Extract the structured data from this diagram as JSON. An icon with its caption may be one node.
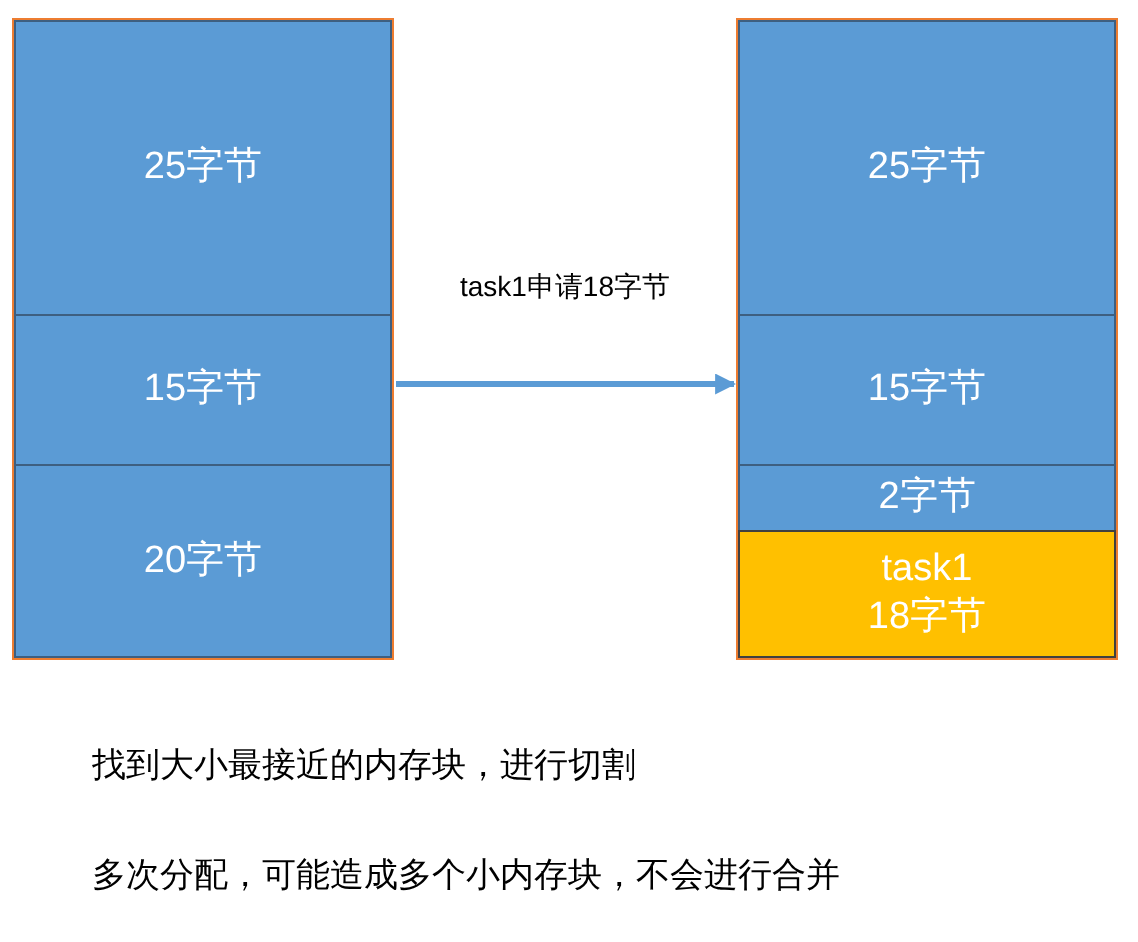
{
  "diagram": {
    "nodes": [
      {
        "text": [],
        "shape": "box"
      },
      {
        "text": [
          "25字节"
        ],
        "in": 0
      },
      {
        "text": [
          "15字节"
        ],
        "in": 0
      },
      {
        "text": [
          "20字节"
        ],
        "in": 0
      },
      {
        "text": [],
        "shape": "box"
      },
      {
        "text": [
          "25字节"
        ],
        "in": 4
      },
      {
        "text": [
          "15字节"
        ],
        "in": 4
      },
      {
        "text": [
          "2字节"
        ],
        "in": 4
      },
      {
        "text": [
          "task1",
          "18字节"
        ],
        "in": 4
      }
    ],
    "edges": [
      {
        "from": 0,
        "to": 4,
        "arrow": "to",
        "label": "task1申请18字节"
      }
    ],
    "labels": [
      "找到大小最接近的内存块，进行切割",
      "多次分配，可能造成多个小内存块，不会进行合并"
    ]
  }
}
